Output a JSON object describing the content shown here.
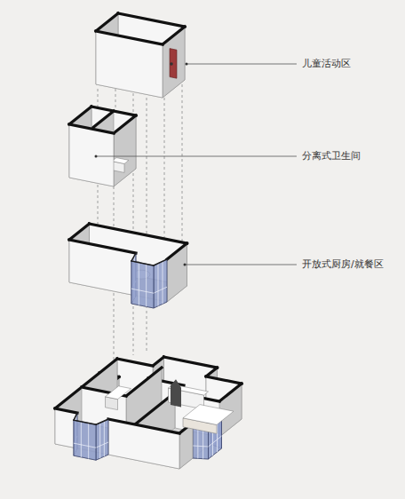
{
  "diagram": {
    "labels": [
      "儿童活动区",
      "分离式卫生间",
      "开放式厨房/就餐区"
    ]
  }
}
